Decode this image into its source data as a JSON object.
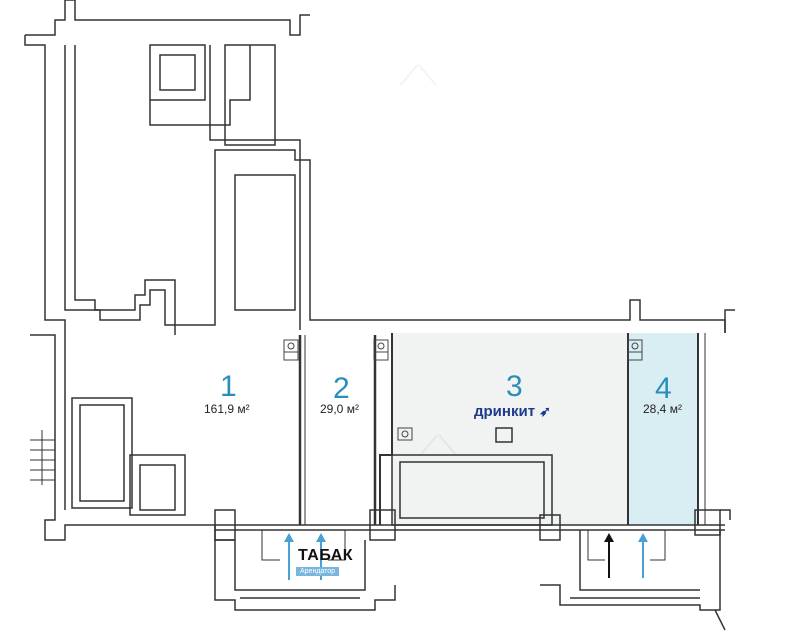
{
  "rooms": [
    {
      "number": "1",
      "area": "161,9 м²"
    },
    {
      "number": "2",
      "area": "29,0 м²"
    },
    {
      "number": "3",
      "brand": "дринкит"
    },
    {
      "number": "4",
      "area": "28,4 м²"
    }
  ],
  "tenant_sign": {
    "label": "ТАБАК",
    "sublabel": "Арендатор"
  },
  "colors": {
    "wall": "#ffffff",
    "wall_stroke": "#333333",
    "room3_fill": "#f1f3f3",
    "room4_fill": "#d9eef3",
    "accent": "#2a8fb8",
    "brand": "#1e3a8a",
    "arrow_blue": "#4a9fd4",
    "arrow_black": "#111111"
  }
}
